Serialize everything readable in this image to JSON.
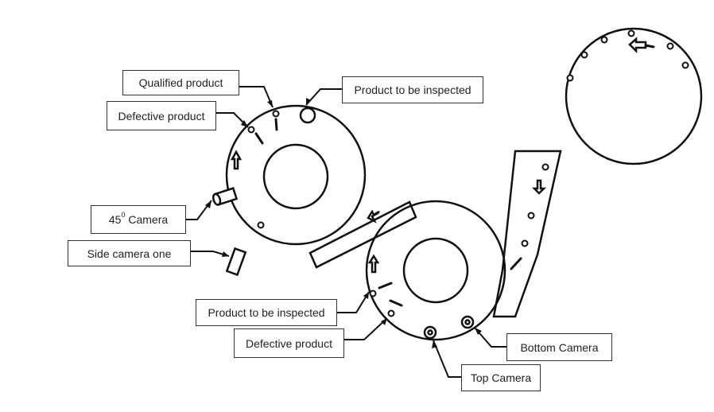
{
  "labels": {
    "qualified_product": "Qualified product",
    "product_to_be_inspected_top": "Product to be inspected",
    "defective_product_top": "Defective product",
    "camera_45_number": "45",
    "camera_45_sup": "0",
    "camera_45_suffix": " Camera",
    "side_camera_one": "Side camera one",
    "product_to_be_inspected_bottom": "Product to be inspected",
    "defective_product_bottom": "Defective product",
    "bottom_camera": "Bottom Camera",
    "top_camera": "Top Camera"
  },
  "colors": {
    "stroke": "#111111",
    "label_border": "#333333",
    "background": "#ffffff"
  },
  "icons": [
    "arrow-icon",
    "camera-icon",
    "product-dot-icon"
  ]
}
